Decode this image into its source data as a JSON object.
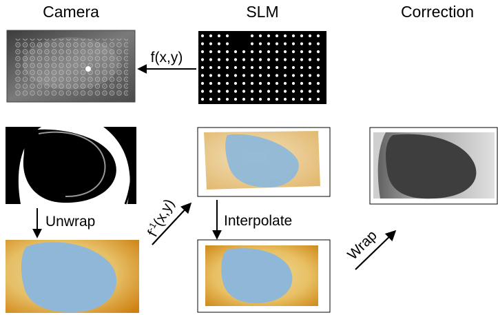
{
  "columns": {
    "camera": "Camera",
    "slm": "SLM",
    "correction": "Correction"
  },
  "steps": {
    "forward_map": "f(x,y)",
    "unwrap": "Unwrap",
    "inverse_map_base": "f",
    "inverse_map_exp": "-1",
    "inverse_map_args": "(x,y)",
    "interpolate": "Interpolate",
    "wrap": "Wrap"
  },
  "colors": {
    "phase_low": "#8fb8d8",
    "phase_mid": "#e2c98c",
    "phase_high": "#d48a18",
    "arrow": "#000000"
  },
  "icons": {
    "arrow_style": "solid-line-with-filled-head"
  }
}
